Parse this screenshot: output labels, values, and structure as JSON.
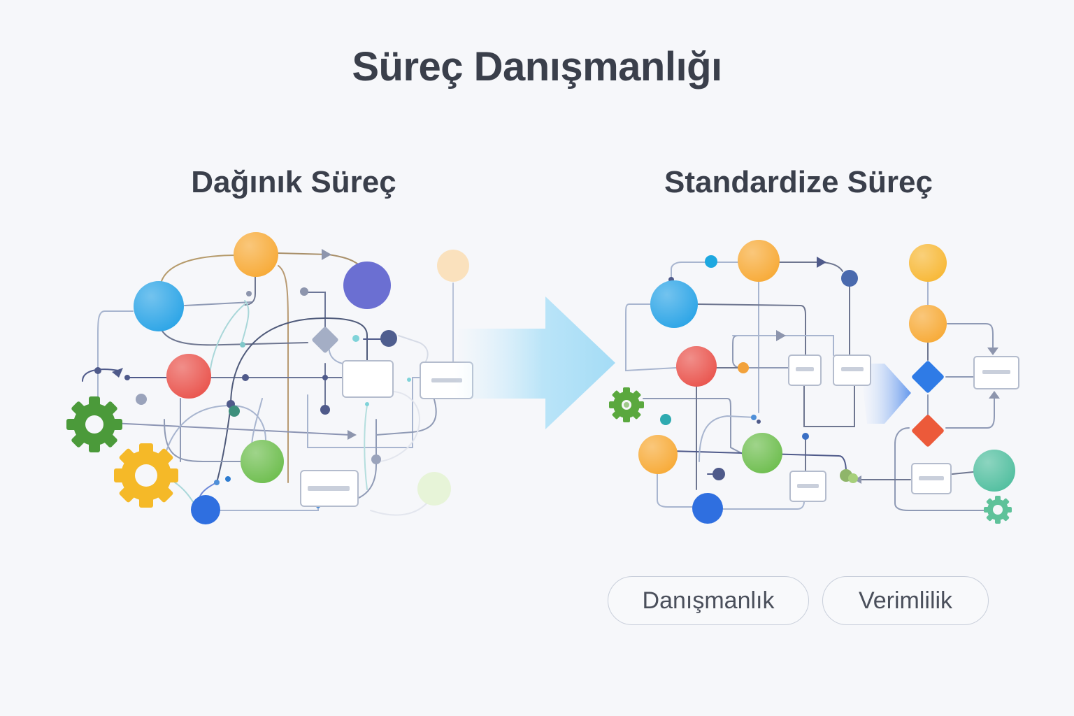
{
  "title": "Süreç Danışmanlığı",
  "left_panel": {
    "heading": "Dağınık Süreç"
  },
  "right_panel": {
    "heading": "Standardize Süreç"
  },
  "tags": [
    "Danışmanlık",
    "Verimlilik"
  ],
  "colors": {
    "blue": "#28a3e6",
    "orange": "#f7a934",
    "purple": "#6b6fd2",
    "red": "#e9524b",
    "green": "#6cbd4c",
    "darkblue": "#2f6fe0",
    "teal": "#4fbe9e",
    "gear_green": "#4b9a3a",
    "gear_yellow": "#f5b928",
    "arrow": "#a9ddf6"
  }
}
